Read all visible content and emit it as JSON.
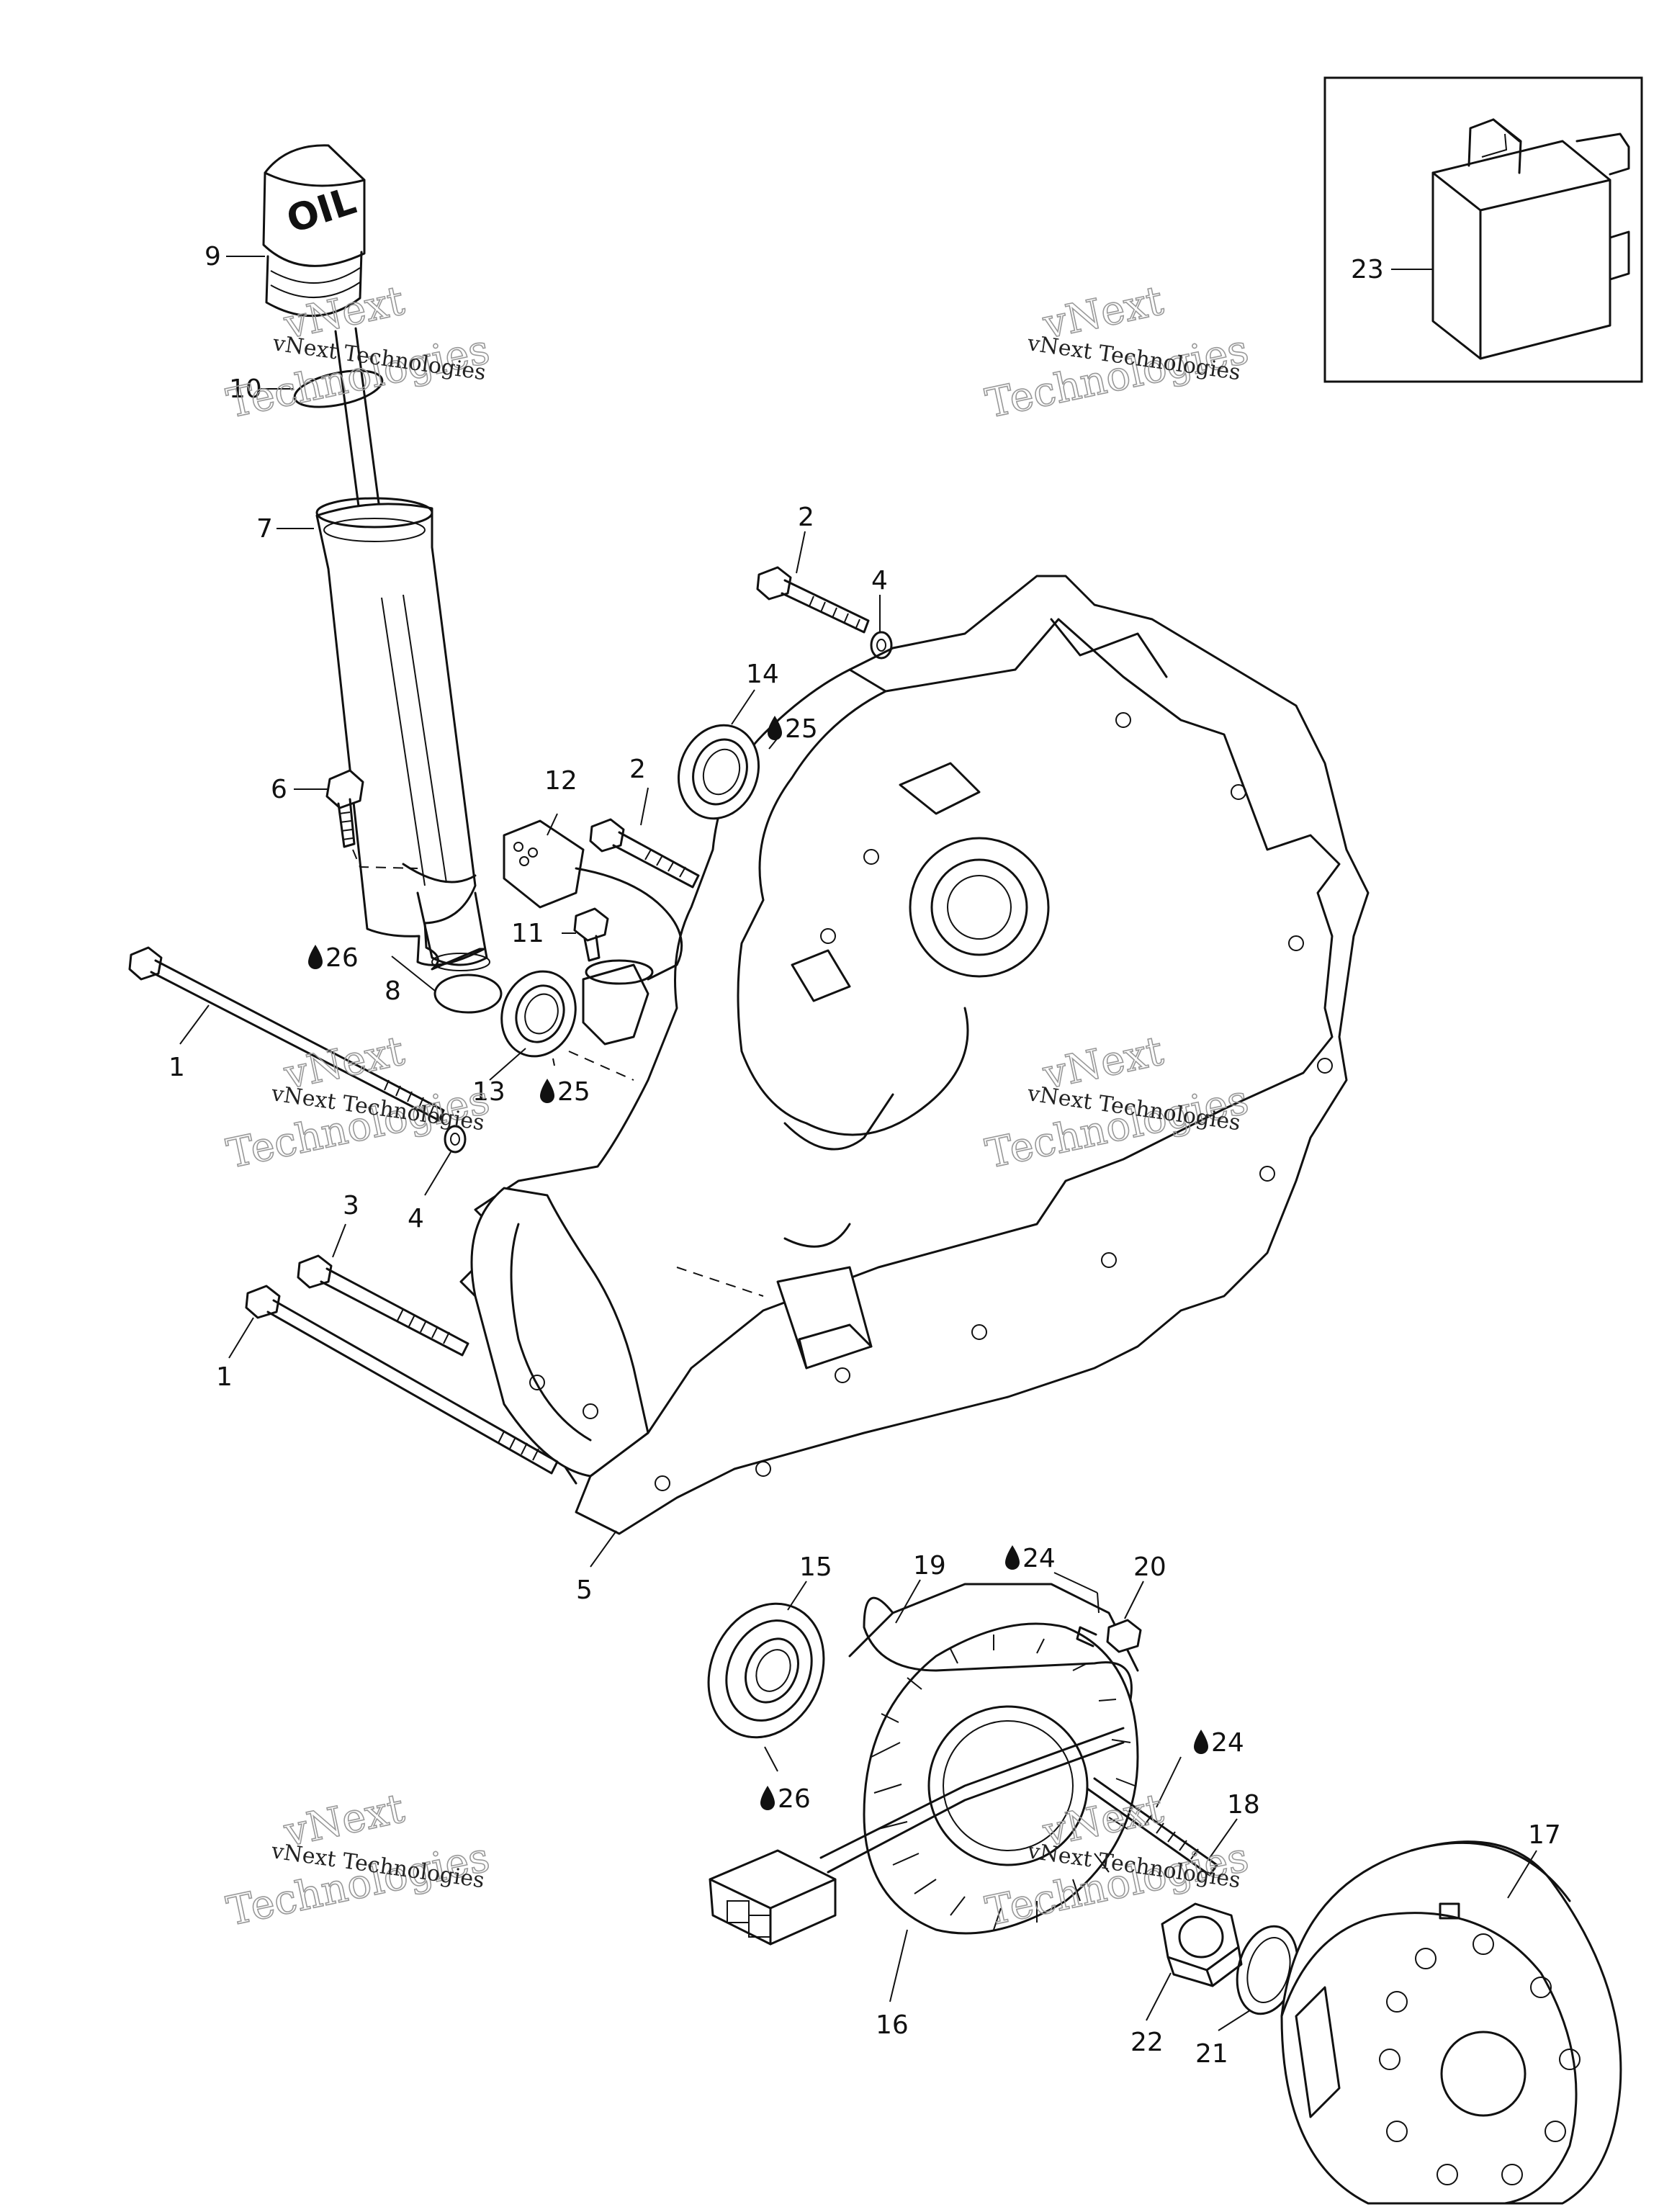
{
  "callouts": {
    "c1a": "1",
    "c1b": "1",
    "c2a": "2",
    "c2b": "2",
    "c3": "3",
    "c4a": "4",
    "c4b": "4",
    "c5": "5",
    "c6": "6",
    "c7": "7",
    "c8": "8",
    "c9": "9",
    "c10": "10",
    "c11": "11",
    "c12": "12",
    "c13": "13",
    "c14": "14",
    "c15": "15",
    "c16": "16",
    "c17": "17",
    "c18": "18",
    "c19": "19",
    "c20": "20",
    "c21": "21",
    "c22": "22",
    "c23": "23"
  },
  "lubricant_callouts": {
    "l24a": "24",
    "l24b": "24",
    "l25a": "25",
    "l25b": "25",
    "l26a": "26",
    "l26b": "26"
  },
  "oil_cap_label": "OIL",
  "watermark": {
    "line_small": "vNext Technologies",
    "line_big_1": "vNext",
    "line_big_2": "Technologies"
  },
  "icons": {
    "lubricant": "oil-drop-icon"
  }
}
